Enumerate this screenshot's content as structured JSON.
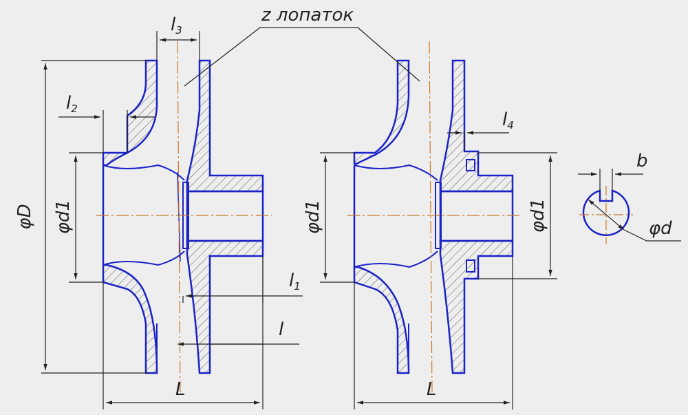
{
  "annotation": {
    "blades": "z лопаток"
  },
  "labels": {
    "D": "φD",
    "d1": "φd1",
    "d1_right": "φd1",
    "l": "l",
    "l1_base": "l",
    "l1_sub": "1",
    "l2_base": "l",
    "l2_sub": "2",
    "l3_base": "l",
    "l3_sub": "3",
    "l4_base": "l",
    "l4_sub": "4",
    "L_left": "L",
    "L_right": "L",
    "b": "b",
    "d": "φd"
  },
  "colors": {
    "background": "#eeeeee",
    "outline": "#1a22c8",
    "dimension": "#222222",
    "hatch": "#555555",
    "centerline": "#c8782a"
  }
}
